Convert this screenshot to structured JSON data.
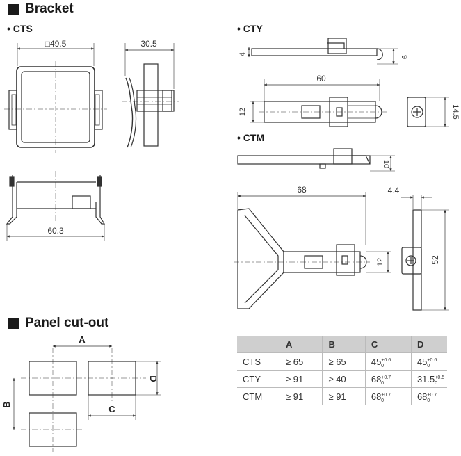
{
  "headings": {
    "bracket": "Bracket",
    "panel_cutout": "Panel cut-out"
  },
  "models": {
    "cts": "• CTS",
    "cty": "• CTY",
    "ctm": "• CTM"
  },
  "dimensions": {
    "cts_width": "49.5",
    "cts_square_symbol": "□",
    "cts_depth": "30.5",
    "cts_bottom_width": "60.3",
    "cty_thickness": "4",
    "cty_height": "9",
    "cty_length": "60",
    "cty_width": "12",
    "cty_end_height": "14.5",
    "ctm_thickness": "10",
    "ctm_length": "68",
    "ctm_side": "4.4",
    "ctm_width": "12",
    "ctm_height": "52"
  },
  "cutout_labels": {
    "a": "A",
    "b": "B",
    "c": "C",
    "d": "D"
  },
  "table": {
    "headers": [
      "",
      "A",
      "B",
      "C",
      "D"
    ],
    "rows": [
      {
        "model": "CTS",
        "a": "≥ 65",
        "b": "≥ 65",
        "c_base": "45",
        "c_tol_up": "+0.6",
        "c_tol_down": "0",
        "d_base": "45",
        "d_tol_up": "+0.6",
        "d_tol_down": "0"
      },
      {
        "model": "CTY",
        "a": "≥ 91",
        "b": "≥ 40",
        "c_base": "68",
        "c_tol_up": "+0.7",
        "c_tol_down": "0",
        "d_base": "31.5",
        "d_tol_up": "+0.5",
        "d_tol_down": "0"
      },
      {
        "model": "CTM",
        "a": "≥ 91",
        "b": "≥ 91",
        "c_base": "68",
        "c_tol_up": "+0.7",
        "c_tol_down": "0",
        "d_base": "68",
        "d_tol_up": "+0.7",
        "d_tol_down": "0"
      }
    ]
  }
}
